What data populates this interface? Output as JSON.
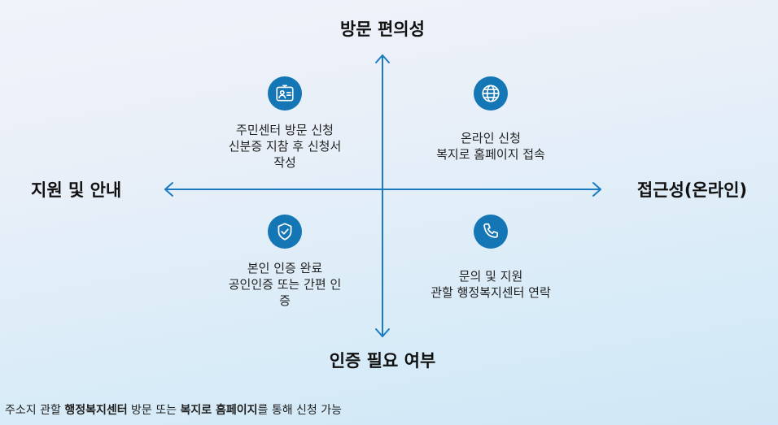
{
  "axes": {
    "top": "방문 편의성",
    "bottom": "인증 필요 여부",
    "left": "지원 및 안내",
    "right": "접근성(온라인)"
  },
  "quadrants": {
    "top_left": {
      "icon": "id-card-icon",
      "lines": [
        "주민센터 방문 신청",
        "신분증 지참 후 신청서",
        "작성"
      ]
    },
    "top_right": {
      "icon": "globe-icon",
      "lines": [
        "온라인 신청",
        "복지로 홈페이지 접속"
      ]
    },
    "bottom_left": {
      "icon": "shield-check-icon",
      "lines": [
        "본인 인증 완료",
        "공인인증 또는 간편 인",
        "증"
      ]
    },
    "bottom_right": {
      "icon": "phone-icon",
      "lines": [
        "문의 및 지원",
        "관할 행정복지센터 연락"
      ]
    }
  },
  "footer": {
    "part1": "주소지 관할 ",
    "bold1": "행정복지센터",
    "part2": " 방문 또는 ",
    "bold2": "복지로 홈페이지",
    "part3": "를 통해 신청 가능"
  },
  "colors": {
    "accent": "#1576b6",
    "axis": "#1a7bbf"
  }
}
